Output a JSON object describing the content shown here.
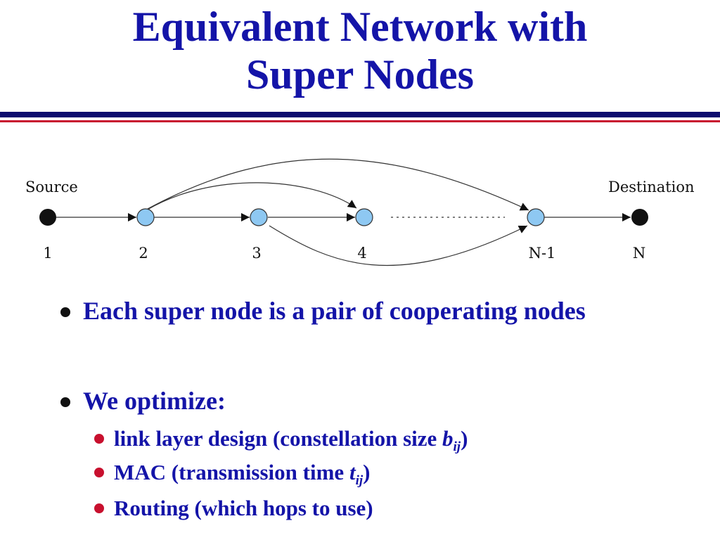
{
  "title": {
    "line1": "Equivalent Network with",
    "line2": "Super Nodes"
  },
  "diagram": {
    "source_label": "Source",
    "destination_label": "Destination",
    "node_labels": [
      "1",
      "2",
      "3",
      "4",
      "N-1",
      "N"
    ],
    "colors": {
      "end_node_fill": "#111111",
      "super_node_fill": "#8ec8f2",
      "edge": "#333333"
    }
  },
  "bullets": {
    "item1": "Each super node is a pair of  cooperating nodes",
    "item2": "We optimize:",
    "sub1": {
      "text": "link layer design (constellation size ",
      "var": "b",
      "sub": "ij",
      "close": ")"
    },
    "sub2": {
      "text": "MAC (transmission time ",
      "var": "t",
      "sub": "ij",
      "close": ")"
    },
    "sub3": "Routing (which hops to use)"
  },
  "colors": {
    "title": "#1414a8",
    "text": "#1414a8",
    "rule_blue": "#0c0c6e",
    "rule_red": "#c8102e",
    "sub_bullet": "#c8102e"
  }
}
